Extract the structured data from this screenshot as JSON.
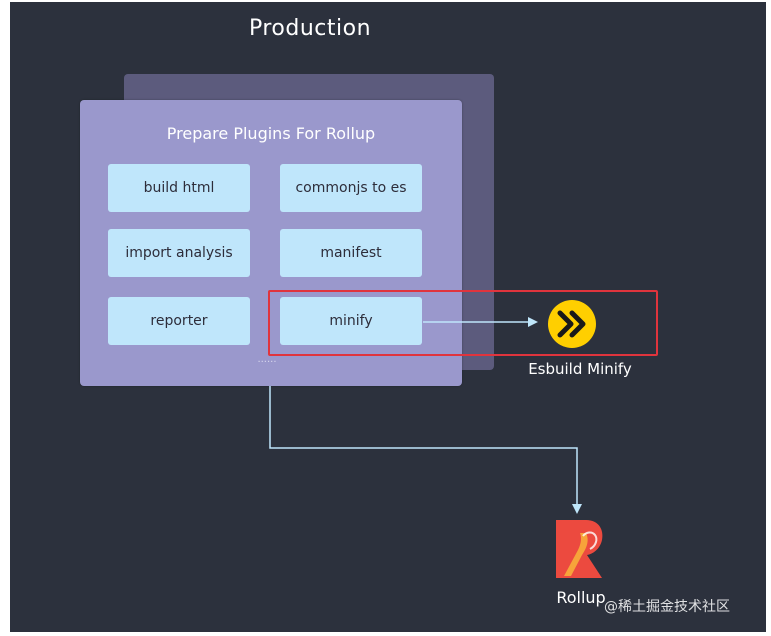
{
  "title": "Production",
  "panel": {
    "title": "Prepare Plugins For Rollup",
    "plugins": [
      "build html",
      "commonjs to es",
      "import analysis",
      "manifest",
      "reporter",
      "minify"
    ],
    "ellipsis": "......"
  },
  "esbuild": {
    "label": "Esbuild Minify",
    "icon": "esbuild-icon"
  },
  "rollup": {
    "label": "Rollup",
    "icon": "rollup-icon"
  },
  "watermark": "@稀土掘金技术社区",
  "colors": {
    "background": "#2c313d",
    "panel_front": "#9a98cc",
    "panel_back": "#5c5b7d",
    "plugin_box": "#bfe6fb",
    "highlight": "#e0343d",
    "arrow": "#bfe6fb",
    "esbuild": "#ffcf00",
    "rollup": "#ec4a3f"
  }
}
